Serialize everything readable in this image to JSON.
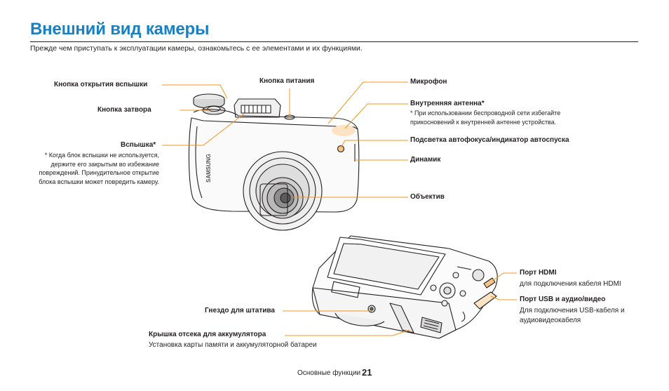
{
  "header": {
    "title": "Внешний вид камеры",
    "intro": "Прежде чем приступать к эксплуатации камеры, ознакомьтесь с ее элементами и их функциями."
  },
  "front_labels": {
    "flash_open_button": "Кнопка открытия вспышки",
    "shutter_button": "Кнопка затвора",
    "flash": "Вспышка*",
    "flash_note": "* Когда блок вспышки не используется, держите его закрытым во избежание повреждений. Принудительное открытие блока вспышки может повредить камеру.",
    "power_button": "Кнопка питания",
    "microphone": "Микрофон",
    "internal_antenna": "Внутренняя антенна*",
    "antenna_note": "* При использовании беспроводной сети избегайте прикосновений к внутренней антенне устройства.",
    "af_assist_lamp": "Подсветка автофокуса/индикатор автоспуска",
    "speaker": "Динамик",
    "lens": "Объектив"
  },
  "back_labels": {
    "hdmi_port": "Порт HDMI",
    "hdmi_desc": "для подключения кабеля HDMI",
    "usb_av_port": "Порт USB и аудио/видео",
    "usb_av_desc": "Для подключения USB-кабеля и аудиовидеокабеля",
    "tripod_mount": "Гнездо для штатива",
    "battery_cover": "Крышка отсека для аккумулятора",
    "battery_desc": "Установка карты памяти и аккумуляторной батареи"
  },
  "camera": {
    "brand_text": "SAMSUNG"
  },
  "footer": {
    "section": "Основные функции",
    "page_number": "21"
  },
  "colors": {
    "title": "#1a80c4",
    "leader": "#f7941d",
    "highlight": "#fde3c4"
  }
}
